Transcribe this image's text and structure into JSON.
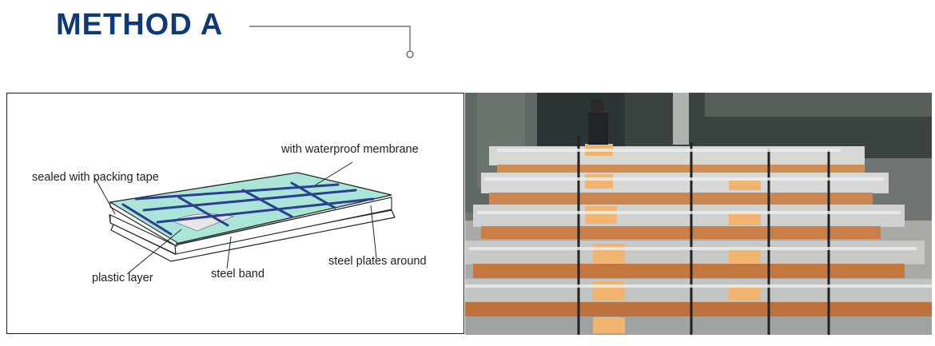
{
  "header": {
    "title": "METHOD A"
  },
  "diagram": {
    "labels": {
      "waterproof_membrane": "with waterproof membrane",
      "packing_tape": "sealed with packing tape",
      "steel_plates": "steel plates around",
      "plastic_layer": "plastic layer",
      "steel_band": "steel band"
    }
  },
  "colors": {
    "title": "#0f3a78",
    "membrane": "#a9e6d7",
    "band": "#2d3e91"
  },
  "photo": {
    "subject": "stacked-steel-sheet-pallets"
  }
}
